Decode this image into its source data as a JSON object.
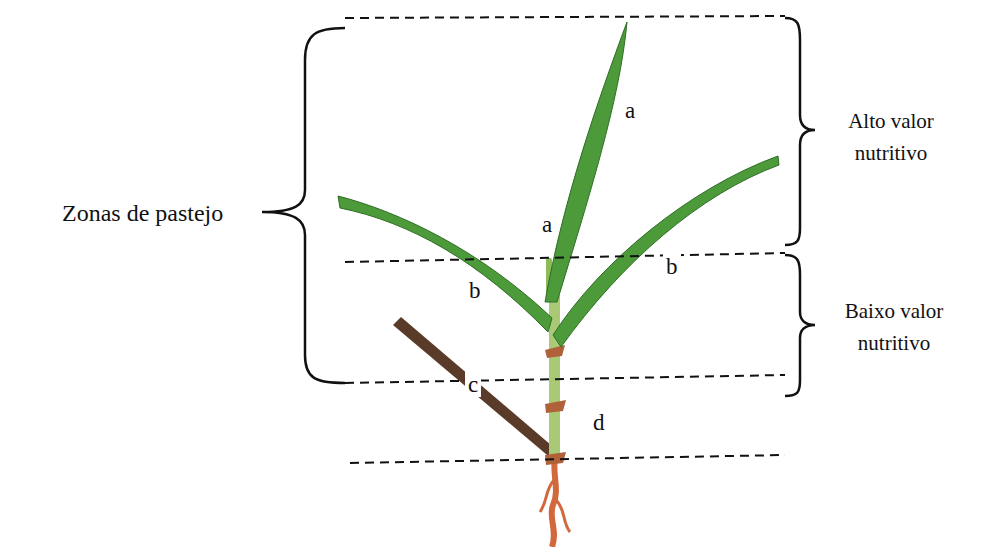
{
  "diagram": {
    "labels": [
      "Zonas de pastejo",
      "Alto valor nutritivo",
      "Baixo valor nutritivo",
      "a",
      "a",
      "b",
      "b",
      "c",
      "d"
    ]
  }
}
